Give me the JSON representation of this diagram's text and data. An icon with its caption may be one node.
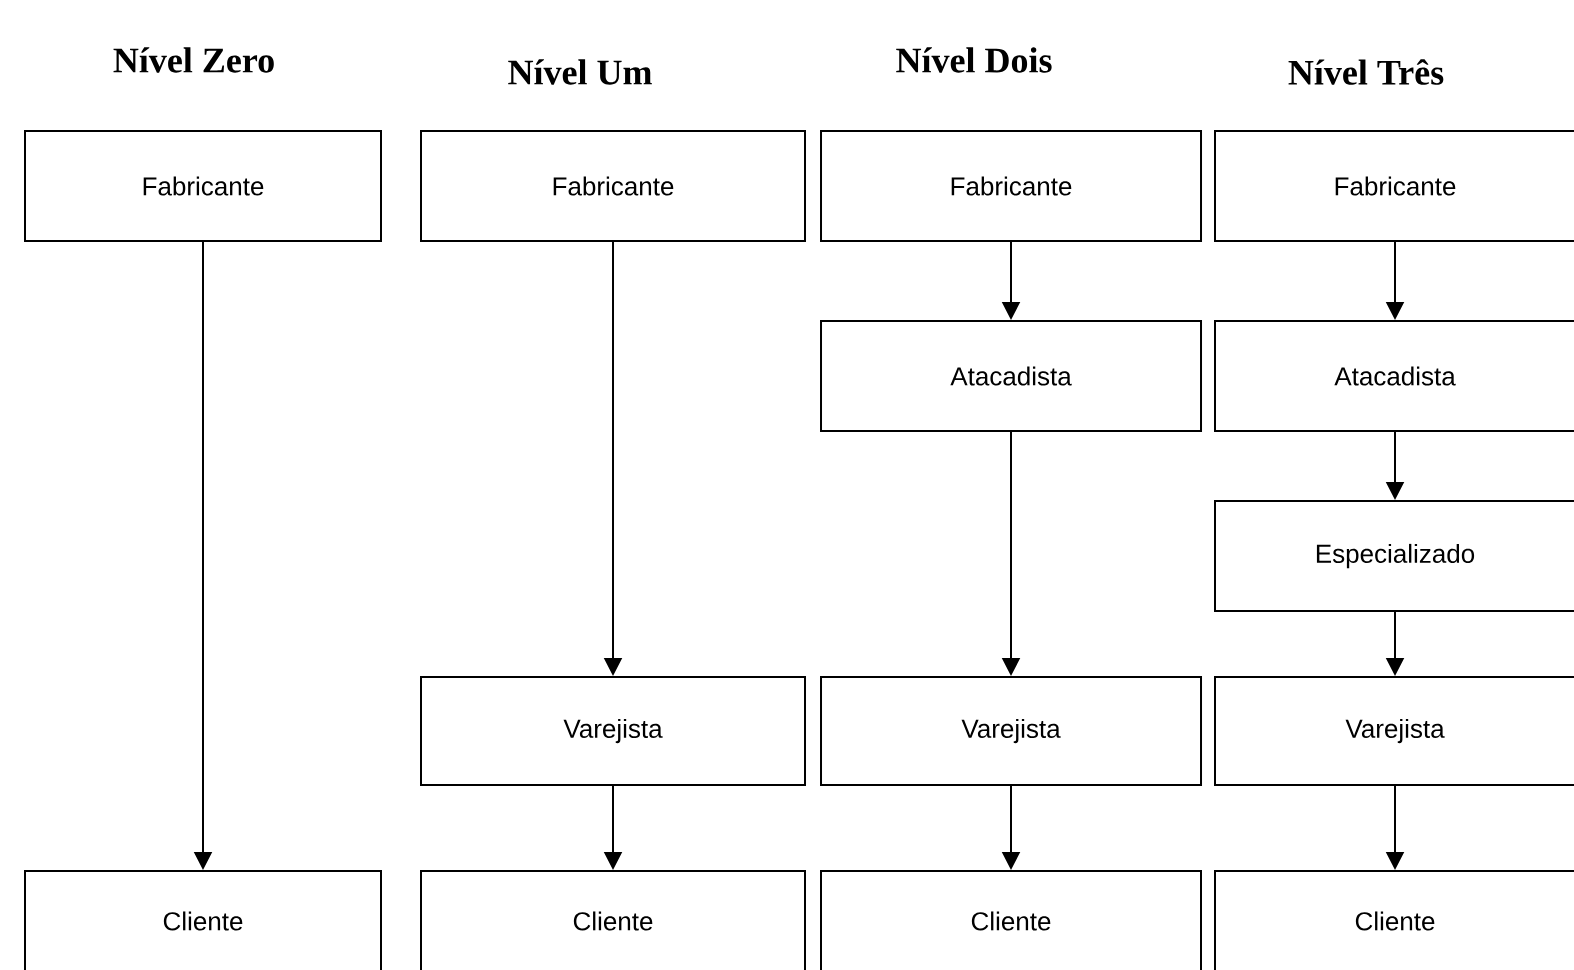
{
  "diagram": {
    "nodes": [
      {
        "text": [
          "Fabricante"
        ]
      },
      {
        "text": [
          "Cliente"
        ]
      },
      {
        "text": [
          "Fabricante"
        ]
      },
      {
        "text": [
          "Varejista"
        ]
      },
      {
        "text": [
          "Cliente"
        ]
      },
      {
        "text": [
          "Fabricante"
        ]
      },
      {
        "text": [
          "Atacadista"
        ]
      },
      {
        "text": [
          "Varejista"
        ]
      },
      {
        "text": [
          "Cliente"
        ]
      },
      {
        "text": [
          "Fabricante"
        ]
      },
      {
        "text": [
          "Atacadista"
        ]
      },
      {
        "text": [
          "Especializado"
        ]
      },
      {
        "text": [
          "Varejista"
        ]
      },
      {
        "text": [
          "Cliente"
        ]
      }
    ],
    "edges": [
      {
        "from": 0,
        "to": 1,
        "arrow": "to"
      },
      {
        "from": 2,
        "to": 3,
        "arrow": "to"
      },
      {
        "from": 3,
        "to": 4,
        "arrow": "to"
      },
      {
        "from": 5,
        "to": 6,
        "arrow": "to"
      },
      {
        "from": 6,
        "to": 7,
        "arrow": "to"
      },
      {
        "from": 7,
        "to": 8,
        "arrow": "to"
      },
      {
        "from": 9,
        "to": 10,
        "arrow": "to"
      },
      {
        "from": 10,
        "to": 11,
        "arrow": "to"
      },
      {
        "from": 11,
        "to": 12,
        "arrow": "to"
      },
      {
        "from": 12,
        "to": 13,
        "arrow": "to"
      }
    ],
    "labels": [
      "Nível Zero",
      "Nível Um",
      "Nível Dois",
      "Nível Três"
    ]
  }
}
